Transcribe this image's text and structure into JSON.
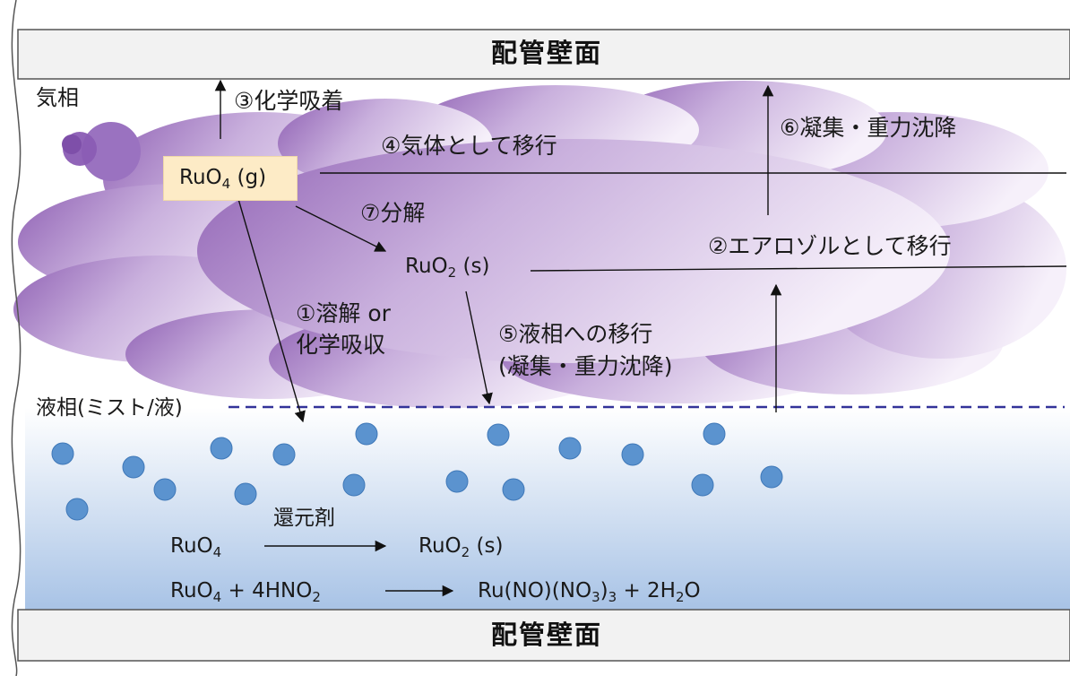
{
  "walls": {
    "top": "配管壁面",
    "bottom": "配管壁面"
  },
  "regions": {
    "gas": "気相",
    "liquid": "液相(ミスト/液)"
  },
  "species": {
    "ruo4_gas": {
      "base": "RuO",
      "sub": "4",
      "suffix": "(g)"
    },
    "ruo2_solid": {
      "base": "RuO",
      "sub": "2",
      "suffix": "(s)"
    }
  },
  "processes": {
    "p1_line1": "①溶解 or",
    "p1_line2": "化学吸収",
    "p2": "②エアロゾルとして移行",
    "p3": "③化学吸着",
    "p4": "④気体として移行",
    "p5_line1": "⑤液相への移行",
    "p5_line2": "(凝集・重力沈降)",
    "p6": "⑥凝集・重力沈降",
    "p7": "⑦分解"
  },
  "reactions": {
    "reagent": "還元剤",
    "r1": {
      "lhs_base": "RuO",
      "lhs_sub": "4",
      "rhs_base": "RuO",
      "rhs_sub": "2",
      "rhs_suffix": "(s)"
    },
    "r2": {
      "lhs_base": "RuO",
      "lhs_sub": "4",
      "lhs_plus_pre": "+ 4HNO",
      "lhs_plus_sub": "2",
      "rhs_base": "Ru(NO)(NO",
      "rhs_sub1": "3",
      "rhs_close": ")",
      "rhs_sub2": "3",
      "rhs_plus_pre": "+ 2H",
      "rhs_plus_sub": "2",
      "rhs_plus_post": "O"
    }
  },
  "colors": {
    "cloud_dark": "#8e5fb3",
    "cloud_light": "#f6f0fa",
    "liquid_top": "#ffffff",
    "liquid_bottom": "#a8c3e6",
    "droplet": "#5b93cf",
    "interface_dash": "#333399",
    "wall_fill": "#f2f2f2",
    "box_fill": "#fdebc6"
  }
}
